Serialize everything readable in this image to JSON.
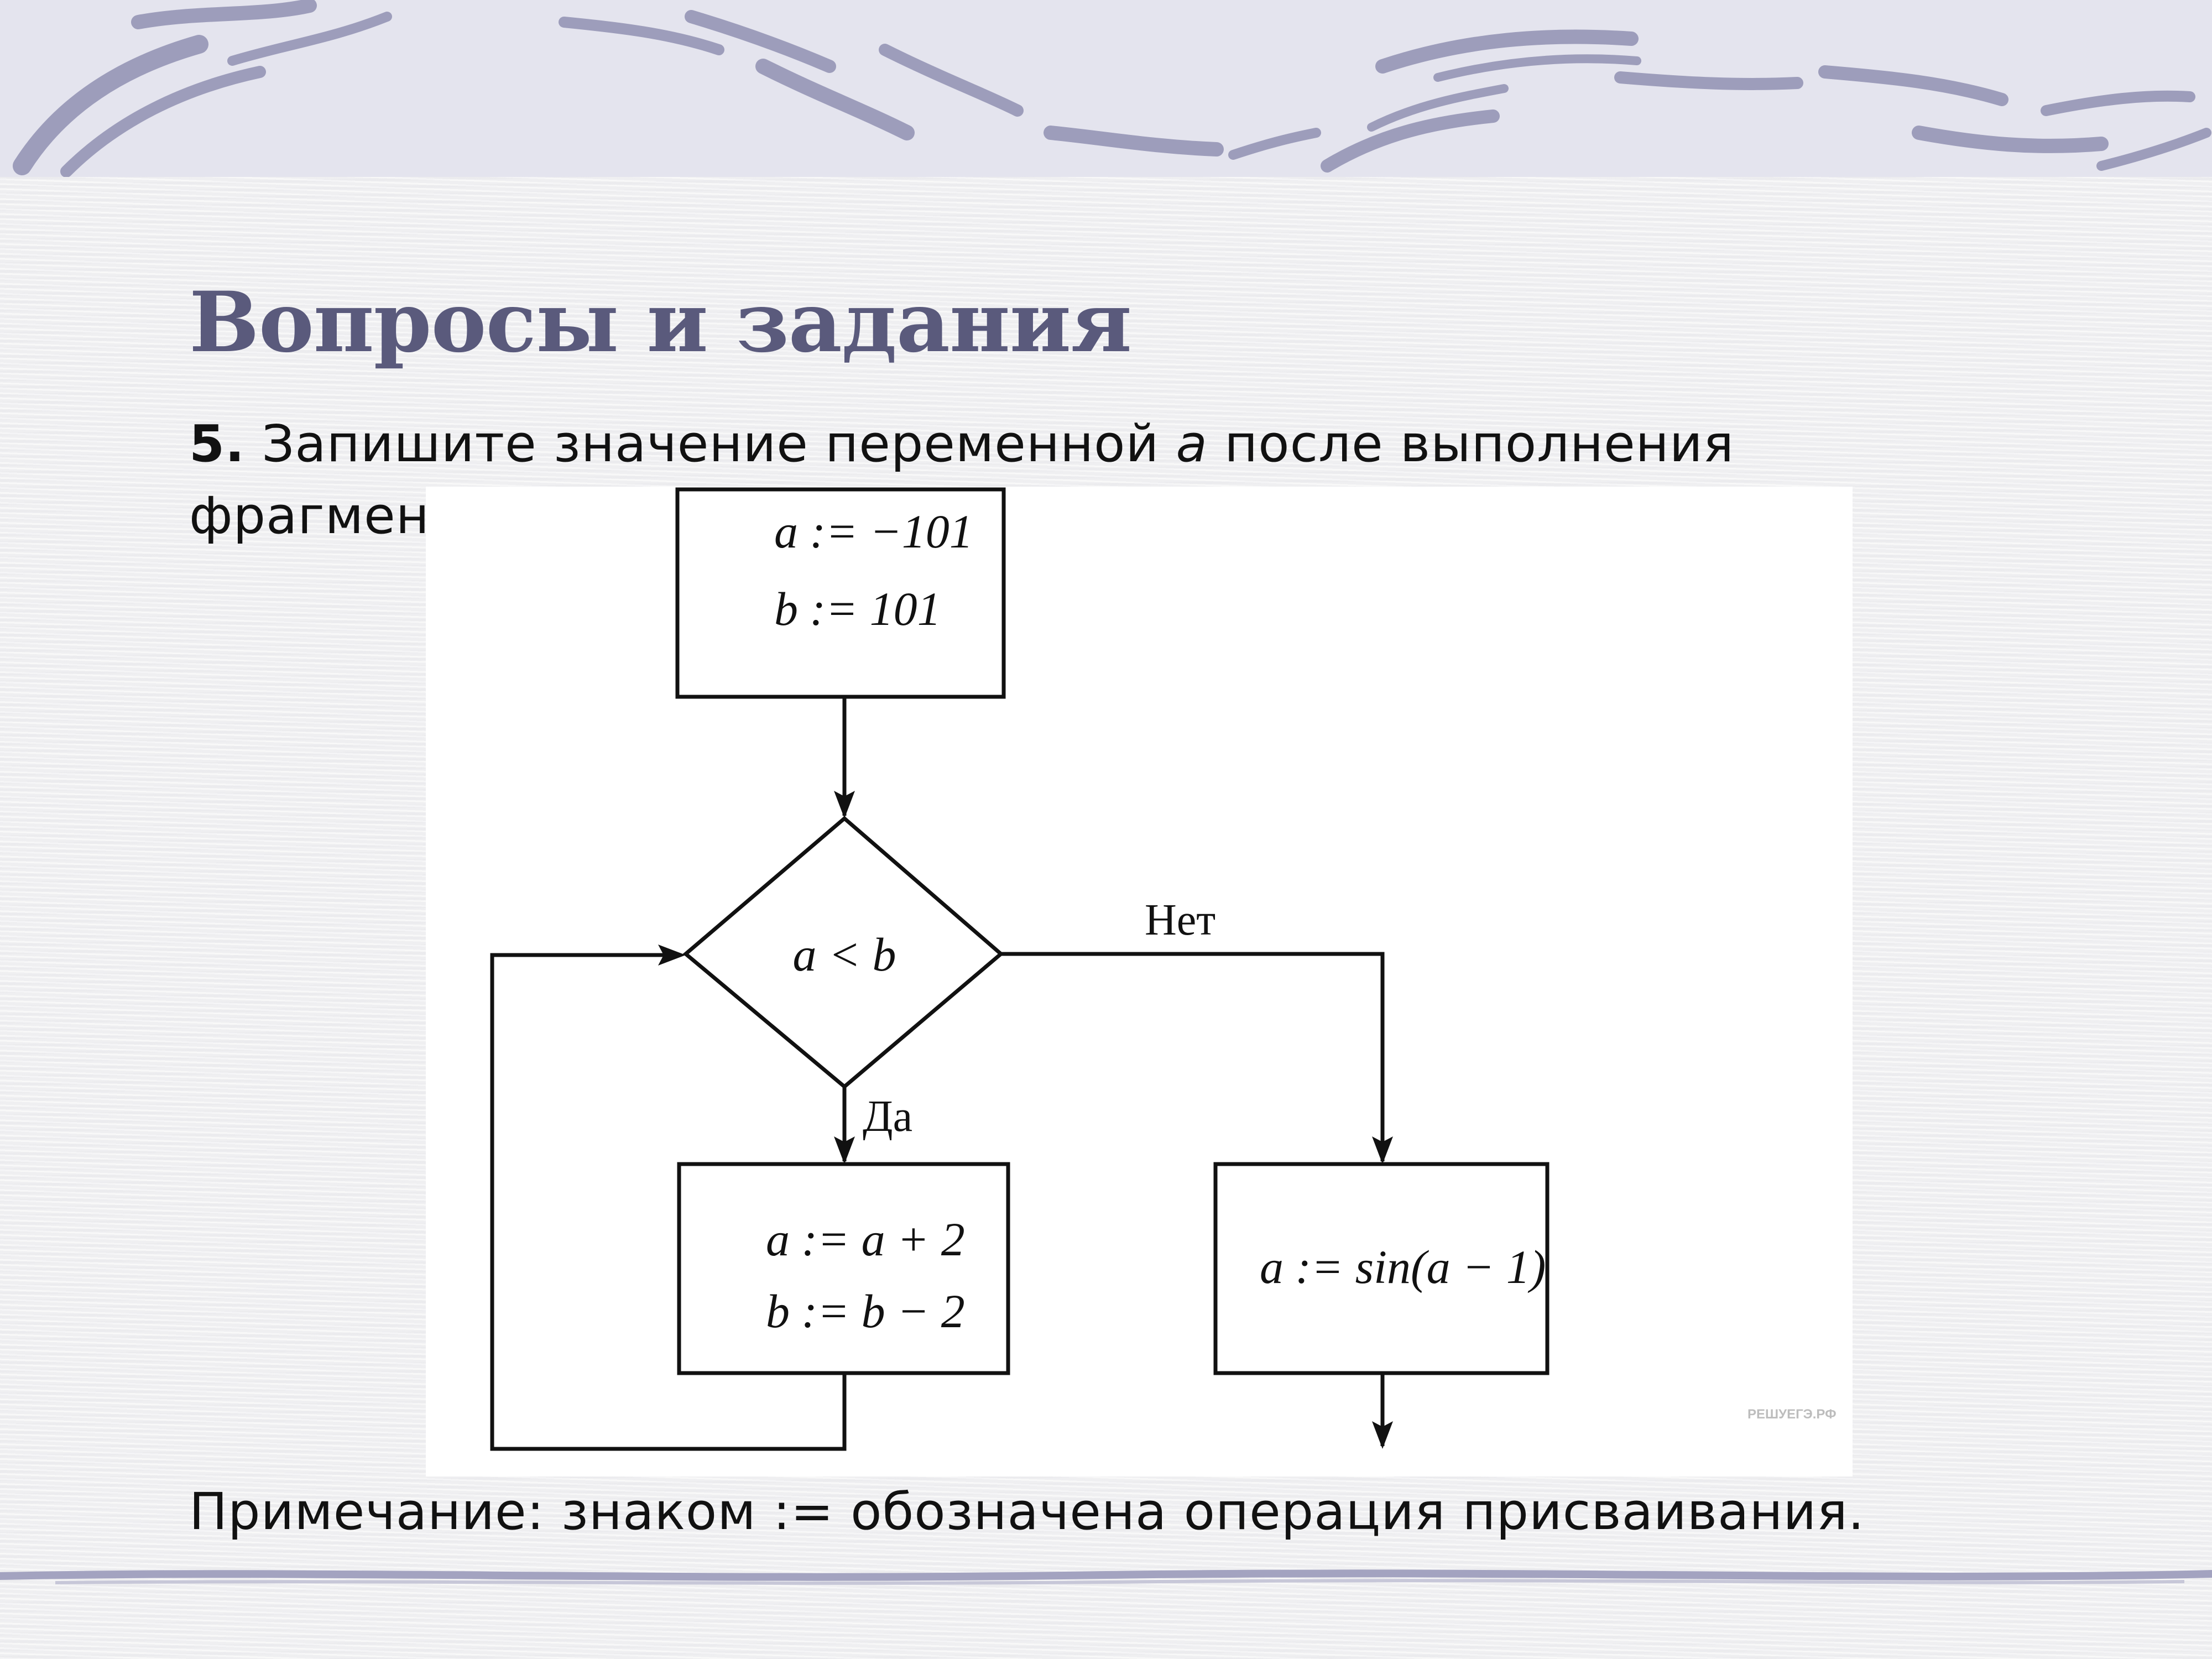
{
  "slide": {
    "title": "Вопросы и задания",
    "task_number": "5.",
    "task_text_before_var": "Запишите значение переменной",
    "task_variable": "a",
    "task_text_after_var": "после выполнения",
    "task_text_line2": "фрагмен",
    "note": "Примечание: знаком := обозначена операция присваивания."
  },
  "flowchart": {
    "init_block": {
      "line1": "a := −101",
      "line2": "b := 101"
    },
    "condition": "a < b",
    "branch_no_label": "Нет",
    "branch_yes_label": "Да",
    "yes_block": {
      "line1": "a := a + 2",
      "line2": "b := b − 2"
    },
    "no_block": {
      "line1": "a := sin(a − 1)"
    },
    "watermark": "РЕШУЕГЭ.РФ"
  },
  "colors": {
    "title": "#5a5a7c",
    "banner_stroke": "#9a9ab8",
    "banner_bg": "#e6e6ef",
    "text": "#111111"
  }
}
